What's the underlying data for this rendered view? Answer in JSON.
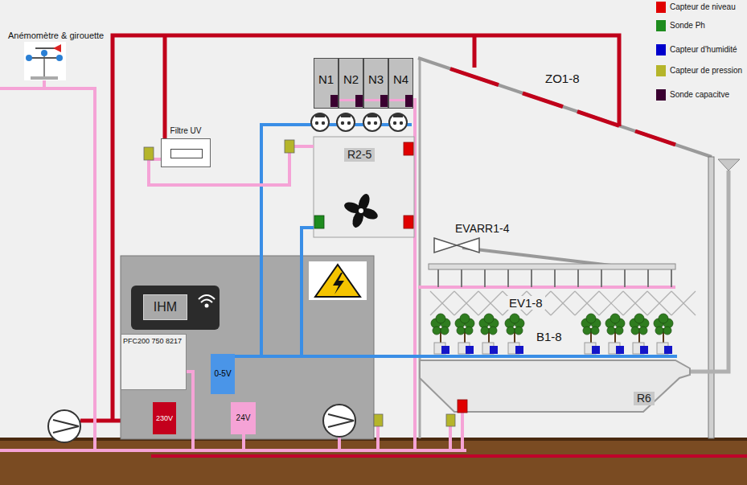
{
  "diagram": {
    "nodes": [
      {
        "text": [
          "N1"
        ]
      },
      {
        "text": [
          "N2"
        ]
      },
      {
        "text": [
          "N3"
        ]
      },
      {
        "text": [
          "N4"
        ]
      },
      {
        "text": [
          "Filtre UV"
        ]
      },
      {
        "text": [
          "R2-5"
        ]
      },
      {
        "text": [
          "IHM"
        ]
      },
      {
        "text": [
          "PFC200 750 8217"
        ]
      },
      {
        "text": [
          "0-5V"
        ]
      },
      {
        "text": [
          "R6"
        ]
      },
      {
        "text": [
          "230V"
        ]
      },
      {
        "text": [
          "24V"
        ]
      }
    ],
    "edges": [
      {
        "from": 4,
        "to": 5,
        "arrow": "none"
      },
      {
        "from": 8,
        "to": 5,
        "arrow": "none"
      }
    ],
    "labels": [
      "Anémomètre & girouette",
      "ZO1-8",
      "EVARR1-4",
      "EV1-8",
      "B1-8"
    ],
    "legend": [
      {
        "text": "Capteur de niveau",
        "color": "#e00000"
      },
      {
        "text": "Sonde Ph",
        "color": "#1e8c1e"
      },
      {
        "text": "Capteur d'humidité",
        "color": "#0000cc"
      },
      {
        "text": "Capteur de pression",
        "color": "#b5b52a"
      },
      {
        "text": "Sonde capacitve",
        "color": "#3a0030"
      }
    ]
  }
}
